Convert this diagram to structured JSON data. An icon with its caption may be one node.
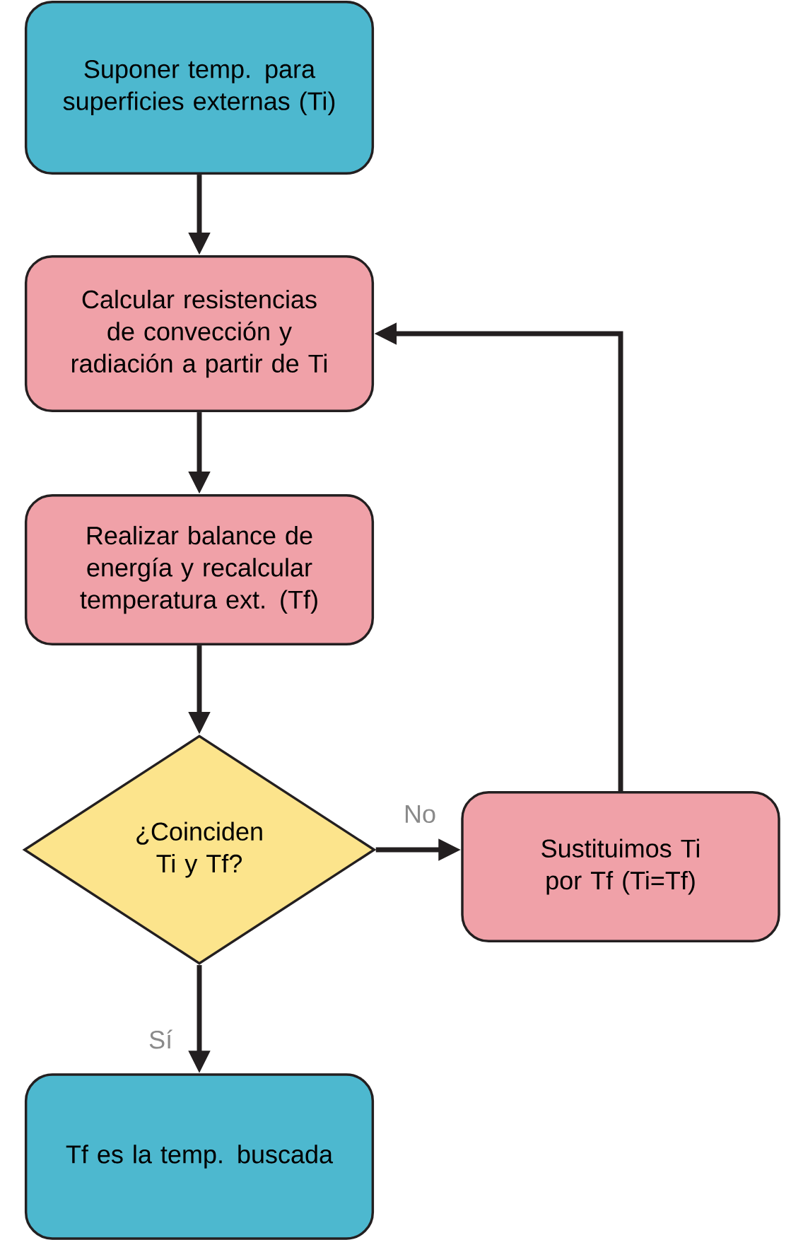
{
  "diagram": {
    "nodes": [
      {
        "text": [
          "Suponer temp. para superficies externas (Ti)"
        ]
      },
      {
        "text": [
          "Calcular resistencias de convección y radiación a partir de Ti"
        ]
      },
      {
        "text": [
          "Realizar balance de energía y recalcular temperatura ext. (Tf)"
        ]
      },
      {
        "text": [
          "¿Coinciden Ti y Tf?"
        ]
      },
      {
        "text": [
          "Sustituimos Ti por Tf (Ti=Tf)"
        ]
      },
      {
        "text": [
          "Tf es la temp. buscada"
        ]
      }
    ],
    "edges": [
      {
        "from": 0,
        "to": 1,
        "arrow": "to"
      },
      {
        "from": 1,
        "to": 2,
        "arrow": "to"
      },
      {
        "from": 2,
        "to": 3,
        "arrow": "to"
      },
      {
        "from": 3,
        "to": 4,
        "arrow": "to",
        "label": "No"
      },
      {
        "from": 3,
        "to": 5,
        "arrow": "to",
        "label": "Sí"
      },
      {
        "from": 4,
        "to": 1,
        "arrow": "to"
      }
    ]
  }
}
